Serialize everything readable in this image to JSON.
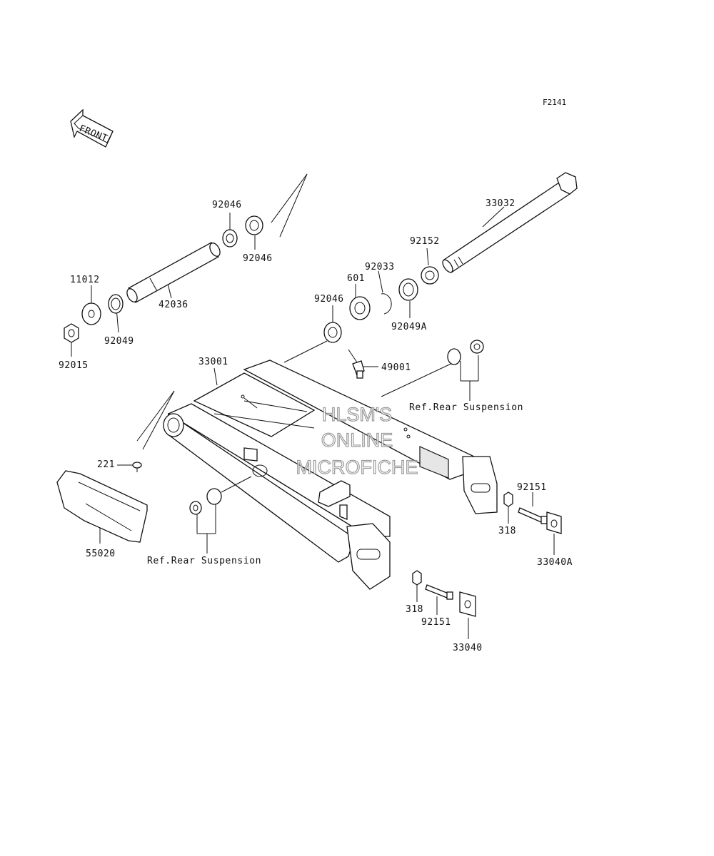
{
  "figure_code": "F2141",
  "front_label": "FRONT",
  "watermark": {
    "line1": "HLSM'S",
    "line2": "ONLINE",
    "line3": "MICROFICHE"
  },
  "ref_labels": {
    "upper": "Ref.Rear Suspension",
    "lower": "Ref.Rear Suspension"
  },
  "parts": {
    "p92046_a": "92046",
    "p92046_b": "92046",
    "p92046_c": "92046",
    "p42036": "42036",
    "p11012": "11012",
    "p92049": "92049",
    "p92015": "92015",
    "p92033": "92033",
    "p601": "601",
    "p92049A": "92049A",
    "p92152": "92152",
    "p33032": "33032",
    "p49001": "49001",
    "p33001": "33001",
    "p221": "221",
    "p55020": "55020",
    "p92151_a": "92151",
    "p318_a": "318",
    "p33040A": "33040A",
    "p318_b": "318",
    "p92151_b": "92151",
    "p33040": "33040"
  }
}
